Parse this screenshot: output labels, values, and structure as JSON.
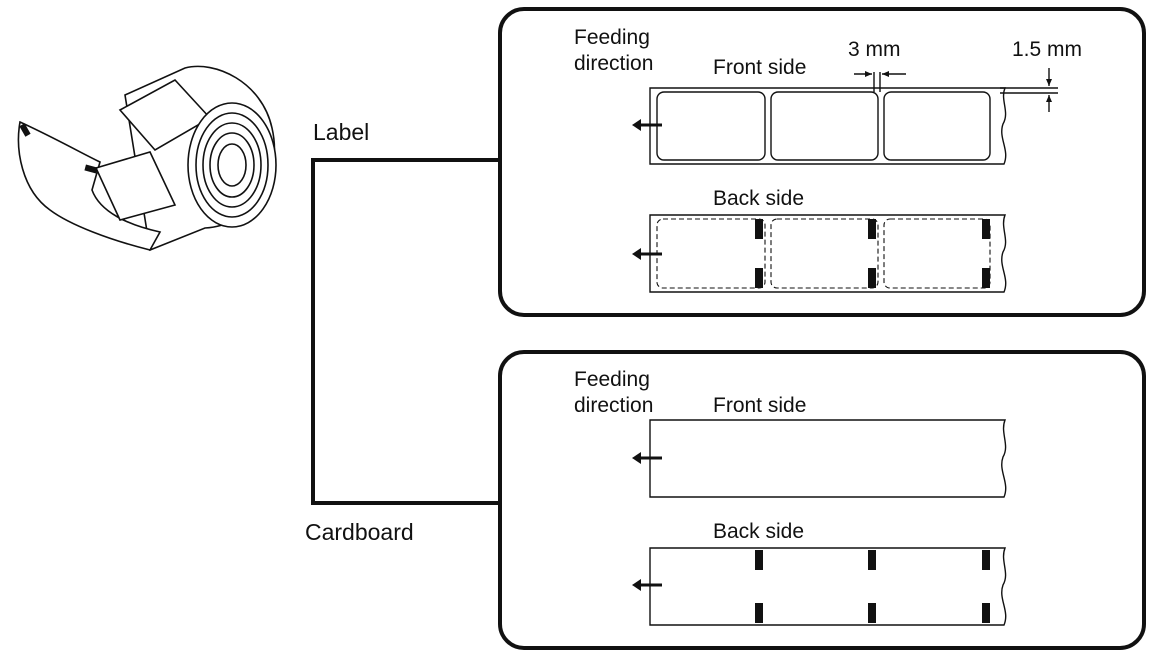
{
  "label_section": {
    "name": "Label",
    "feeding_direction_line1": "Feeding",
    "feeding_direction_line2": "direction",
    "front_side": "Front side",
    "back_side": "Back side",
    "gap_dimension": "3 mm",
    "edge_dimension": "1.5 mm"
  },
  "cardboard_section": {
    "name": "Cardboard",
    "feeding_direction_line1": "Feeding",
    "feeding_direction_line2": "direction",
    "front_side": "Front side",
    "back_side": "Back side"
  },
  "colors": {
    "line": "#111111",
    "background": "#ffffff"
  }
}
